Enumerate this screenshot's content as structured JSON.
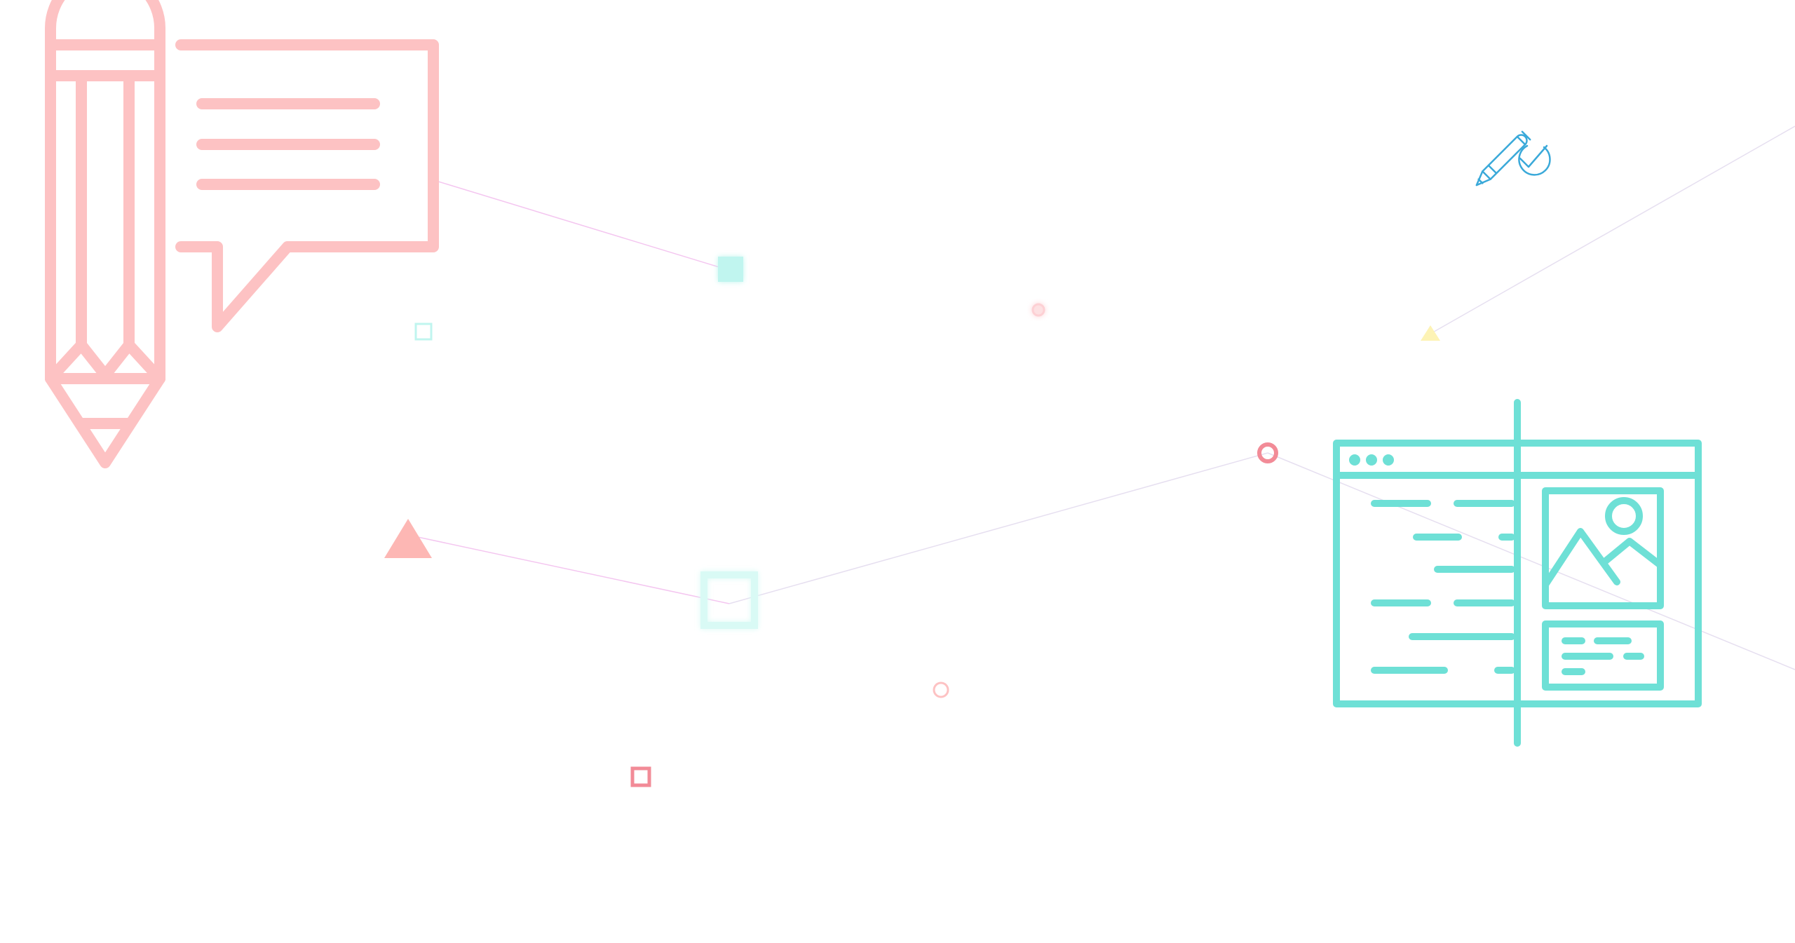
{
  "palette": {
    "pink": "#fdc2c3",
    "pink_strong": "#f28b97",
    "salmon": "#fdb7b4",
    "teal": "#6ee0d6",
    "teal_light": "#c0f5ef",
    "blue": "#3aa9d9",
    "yellow": "#fdf3b5",
    "line_pink": "#f4c6f0",
    "line_gray": "#e6dff0"
  },
  "icons": [
    "pencil-icon",
    "speech-bubble-icon",
    "pencil-check-icon",
    "web-layout-icon"
  ],
  "particles": [
    "square-teal",
    "square-outline-teal",
    "circle-pink",
    "triangle-yellow",
    "ring-pink",
    "triangle-salmon",
    "square-outline-glow",
    "ring-small-pink",
    "square-outline-pink"
  ]
}
